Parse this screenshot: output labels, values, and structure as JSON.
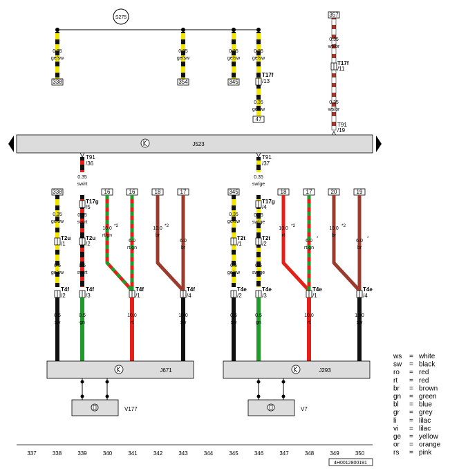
{
  "relay_label": "S275",
  "bus": {
    "label": "J523"
  },
  "top_circuits": [
    {
      "size": "0.35",
      "color": "ge/sw",
      "ref": "338"
    },
    {
      "size": "0.35",
      "color": "ge/sw",
      "ref": "354"
    },
    {
      "size": "0.35",
      "color": "ge/sw",
      "ref": "345"
    },
    {
      "size": "0.35",
      "color": "ge/sw",
      "conn_name": "T17f",
      "conn_pin": "/13",
      "size2": "0.35",
      "color2": "ge/sw",
      "ref": "47"
    }
  ],
  "right_circuit": {
    "ref": "357",
    "size": "0.35",
    "color": "ws/br",
    "conn_name": "T17f",
    "conn_pin": "/11",
    "size2": "0.35",
    "color2": "ws/br",
    "bus_conn_name": "T91",
    "bus_conn_pin": "/19"
  },
  "bus_drops": [
    {
      "conn_name": "T91",
      "conn_pin": "/36",
      "size": "0.35",
      "color": "sw/rt"
    },
    {
      "conn_name": "T91",
      "conn_pin": "/37",
      "size": "0.35",
      "color": "sw/ge"
    }
  ],
  "module_left": {
    "label": "J671",
    "fan_label": "V177",
    "wires": [
      {
        "ref": "338",
        "size": "0.35",
        "color": "ge/sw",
        "conn_name": "T2u",
        "conn_pin": "/1",
        "size2": "0.5",
        "color2": "ge/sw",
        "bconn_name": "T4f",
        "bconn_pin": "/2",
        "size3": "0.5",
        "color3": "sw"
      },
      {
        "conn0_name": "T17g",
        "conn0_pin": "/5",
        "size": "0.35",
        "color": "sw/rt",
        "conn_name": "T2u",
        "conn_pin": "/2",
        "size2": "0.5",
        "color2": "sw/rt",
        "bconn_name": "T4f",
        "bconn_pin": "/3",
        "size3": "0.5",
        "color3": "gn"
      },
      {
        "ref": "16",
        "size": "10.0",
        "note": "*2",
        "color": "rt/gn"
      },
      {
        "ref": "16",
        "size": "6.0",
        "color": "rt/gn",
        "bconn_name": "T4f",
        "bconn_pin": "/1",
        "size3": "10.0",
        "color3": "rt"
      },
      {
        "ref": "18",
        "size": "10.0",
        "note": "*2",
        "color": "br"
      },
      {
        "ref": "17",
        "size": "6.0",
        "color": "br",
        "bconn_name": "T4f",
        "bconn_pin": "/4",
        "size3": "10.0",
        "color3": "sw"
      }
    ]
  },
  "module_right": {
    "label": "J293",
    "fan_label": "V7",
    "wires": [
      {
        "ref": "345",
        "size": "0.35",
        "color": "ge/sw",
        "conn_name": "T2t",
        "conn_pin": "/1",
        "size2": "0.5",
        "color2": "ge/sw",
        "bconn_name": "T4e",
        "bconn_pin": "/2",
        "size3": "0.5",
        "color3": "sw"
      },
      {
        "conn0_name": "T17g",
        "conn0_pin": "/4",
        "size": "0.35",
        "color": "sw/ge",
        "conn_name": "T2t",
        "conn_pin": "/2",
        "size2": "0.5",
        "color2": "sw/ge",
        "bconn_name": "T4e",
        "bconn_pin": "/3",
        "size3": "0.5",
        "color3": "gn"
      },
      {
        "ref": "18",
        "size": "10.0",
        "note": "*2",
        "color": "rt"
      },
      {
        "ref": "17",
        "size": "6.0",
        "note": "*",
        "color": "rt/gn",
        "bconn_name": "T4e",
        "bconn_pin": "/1",
        "size3": "10.0",
        "color3": "rt"
      },
      {
        "ref": "20",
        "size": "10.0",
        "note": "*2",
        "color": "br"
      },
      {
        "ref": "19",
        "size": "6.0",
        "note": "*",
        "color": "br",
        "bconn_name": "T4e",
        "bconn_pin": "/4",
        "size3": "10.0",
        "color3": "sw"
      }
    ]
  },
  "column_numbers": [
    "337",
    "338",
    "339",
    "340",
    "341",
    "342",
    "343",
    "344",
    "345",
    "346",
    "347",
    "348",
    "349",
    "350"
  ],
  "diagram_ref": "4H0012800191",
  "legend": [
    {
      "code": "ws",
      "eq": "=",
      "name": "white"
    },
    {
      "code": "sw",
      "eq": "=",
      "name": "black"
    },
    {
      "code": "ro",
      "eq": "=",
      "name": "red"
    },
    {
      "code": "rt",
      "eq": "=",
      "name": "red"
    },
    {
      "code": "br",
      "eq": "=",
      "name": "brown"
    },
    {
      "code": "gn",
      "eq": "=",
      "name": "green"
    },
    {
      "code": "bl",
      "eq": "=",
      "name": "blue"
    },
    {
      "code": "gr",
      "eq": "=",
      "name": "grey"
    },
    {
      "code": "li",
      "eq": "=",
      "name": "lilac"
    },
    {
      "code": "vi",
      "eq": "=",
      "name": "lilac"
    },
    {
      "code": "ge",
      "eq": "=",
      "name": "yellow"
    },
    {
      "code": "or",
      "eq": "=",
      "name": "orange"
    },
    {
      "code": "rs",
      "eq": "=",
      "name": "pink"
    }
  ],
  "palette": {
    "yellow": "#f2e600",
    "black": "#111111",
    "red": "#e32119",
    "green": "#1f9a2b",
    "brown": "#9b3b2e",
    "white": "#ffffff",
    "module_fill": "#dcdcdc"
  }
}
